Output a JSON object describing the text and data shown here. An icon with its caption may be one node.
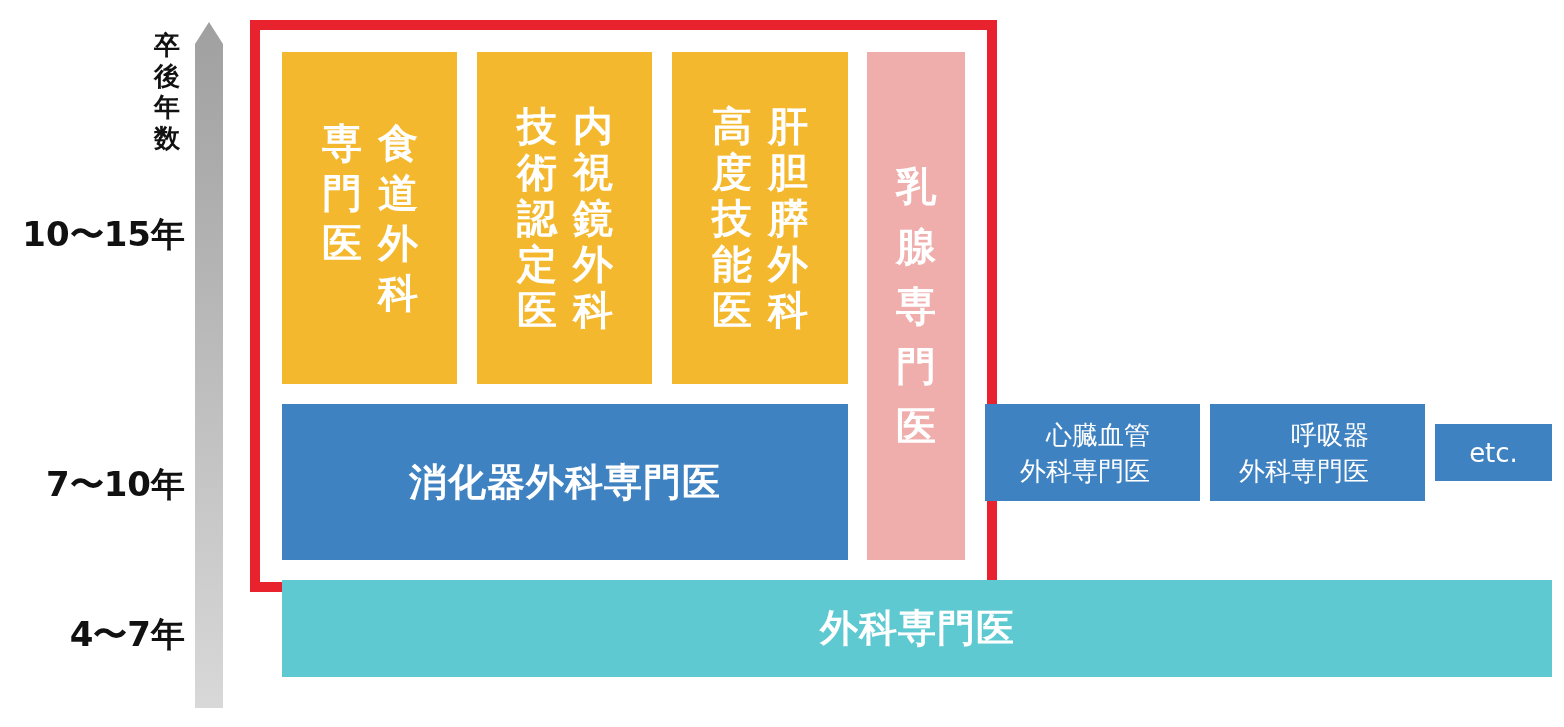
{
  "diagram": {
    "nodes": [
      {
        "text": [],
        "shape": "box"
      },
      {
        "text": [
          "食道外科専門医"
        ],
        "in": 0
      },
      {
        "text": [
          "内視鏡外科技術認定医"
        ],
        "in": 0
      },
      {
        "text": [
          "肝胆膵外科高度技能医"
        ],
        "in": 0
      },
      {
        "text": [
          "乳腺専門医"
        ],
        "in": 0
      },
      {
        "text": [
          "消化器外科専門医"
        ],
        "in": 0
      },
      {
        "text": [
          "心臓血管外科専門医"
        ]
      },
      {
        "text": [
          "呼吸器外科専門医"
        ]
      },
      {
        "text": [
          "etc."
        ]
      },
      {
        "text": [
          "外科専門医"
        ]
      }
    ],
    "edges": [],
    "labels": [
      "卒後年数",
      "10〜15年",
      "7〜10年",
      "4〜7年"
    ]
  }
}
